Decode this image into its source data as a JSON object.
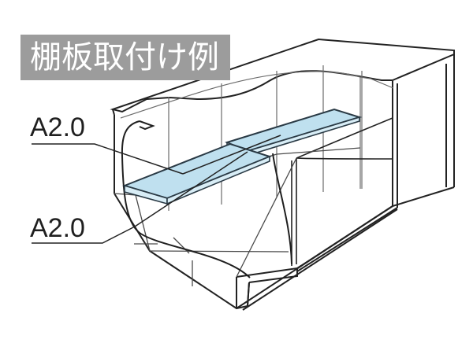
{
  "diagram": {
    "title": "棚板取付け例",
    "labels": {
      "top_shelf": "A2.0",
      "bottom_shelf": "A2.0"
    },
    "colors": {
      "title_badge": "#9c9c9c",
      "title_text": "#ffffff",
      "line": "#222222",
      "shelf_fill": "#bfe0ef",
      "shelf_stroke": "#2a3a45"
    }
  }
}
